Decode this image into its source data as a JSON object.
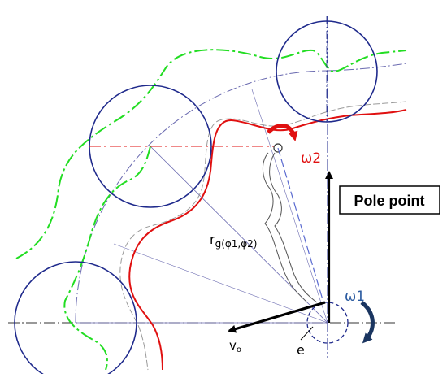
{
  "labels": {
    "omega2": "ω2",
    "omega1": "ω1",
    "pole_point": "Pole point",
    "radius_main": "r",
    "radius_sub": "g(φ1,φ2)",
    "velocity_main": "v",
    "velocity_sub": "o",
    "eccentricity": "e"
  },
  "colors": {
    "rollers": "#1f2a8c",
    "green_curve": "#22dd22",
    "red_curve": "#e01010",
    "centerline": "#6a6ab0",
    "grey_curve": "#9a9a9a",
    "axis": "#333333",
    "arrow_dark": "#1a3560",
    "text": "#000000"
  }
}
